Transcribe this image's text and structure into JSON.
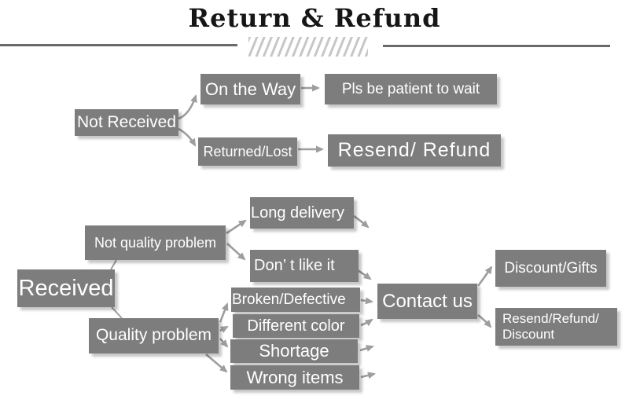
{
  "title": "Return & Refund",
  "colors": {
    "box": "#7d7d7d",
    "box_text": "#ffffff",
    "arrow": "#9e9e9e",
    "title_text": "#161616",
    "divider": "#6a6a6a",
    "hatch": "#c7c7c7"
  },
  "nodes": {
    "not_received": "Not Received",
    "on_the_way": "On the Way",
    "pls_wait": "Pls be patient to wait",
    "returned_lost": "Returned/Lost",
    "resend_refund": "Resend/ Refund",
    "received": "Received",
    "not_quality_problem": "Not quality problem",
    "quality_problem": "Quality problem",
    "long_delivery": "Long delivery",
    "dont_like_it": "Don’ t like it",
    "broken_defective": "Broken/Defective",
    "different_color": "Different color",
    "shortage": "Shortage",
    "wrong_items": "Wrong items",
    "contact_us": "Contact us",
    "resend_refund_discount_line1": "Resend/Refund/",
    "resend_refund_discount_line2": "Discount",
    "discount_gifts": "Discount/Gifts"
  },
  "edges": [
    {
      "from": "not_received",
      "to": "on_the_way"
    },
    {
      "from": "not_received",
      "to": "returned_lost"
    },
    {
      "from": "on_the_way",
      "to": "pls_wait"
    },
    {
      "from": "returned_lost",
      "to": "resend_refund"
    },
    {
      "from": "received",
      "to": "not_quality_problem"
    },
    {
      "from": "received",
      "to": "quality_problem"
    },
    {
      "from": "not_quality_problem",
      "to": "long_delivery"
    },
    {
      "from": "not_quality_problem",
      "to": "dont_like_it"
    },
    {
      "from": "long_delivery",
      "to": "contact_us"
    },
    {
      "from": "dont_like_it",
      "to": "contact_us"
    },
    {
      "from": "quality_problem",
      "to": "broken_defective"
    },
    {
      "from": "quality_problem",
      "to": "different_color"
    },
    {
      "from": "quality_problem",
      "to": "shortage"
    },
    {
      "from": "quality_problem",
      "to": "wrong_items"
    },
    {
      "from": "broken_defective",
      "to": "contact_us"
    },
    {
      "from": "different_color",
      "to": "contact_us"
    },
    {
      "from": "shortage",
      "to": "contact_us"
    },
    {
      "from": "wrong_items",
      "to": "contact_us"
    },
    {
      "from": "contact_us",
      "to": "discount_gifts"
    },
    {
      "from": "contact_us",
      "to": "resend_refund_discount"
    }
  ]
}
